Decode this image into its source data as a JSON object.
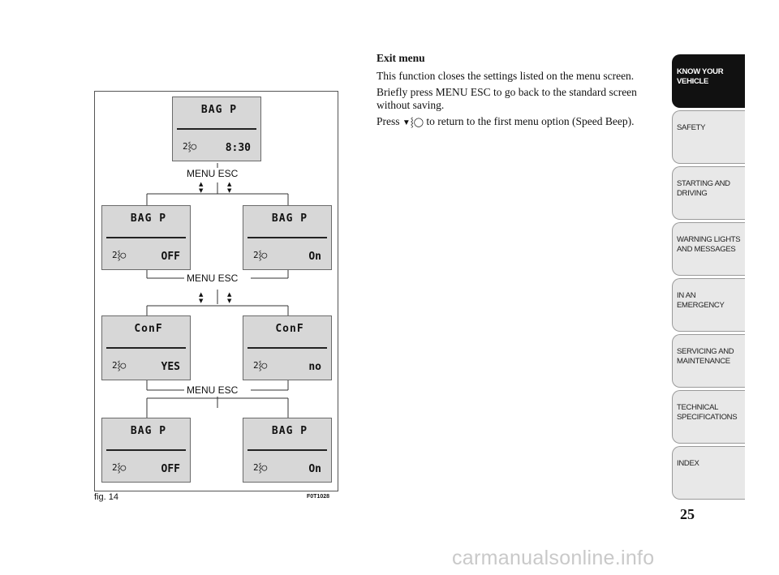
{
  "figure": {
    "caption": "fig. 14",
    "code": "F0T1028",
    "button_labels": {
      "row1": "MENU  ESC",
      "row2": "MENU  ESC",
      "row3": "MENU  ESC"
    },
    "displays": [
      {
        "top": "BAG P",
        "icon": "2⸾◯",
        "value": "8:30"
      },
      {
        "top": "BAG P",
        "icon": "2⸾◯",
        "value": "OFF"
      },
      {
        "top": "BAG P",
        "icon": "2⸾◯",
        "value": "On"
      },
      {
        "top": "ConF",
        "icon": "2⸾◯",
        "value": "YES"
      },
      {
        "top": "ConF",
        "icon": "2⸾◯",
        "value": "no"
      },
      {
        "top": "BAG P",
        "icon": "2⸾◯",
        "value": "OFF"
      },
      {
        "top": "BAG P",
        "icon": "2⸾◯",
        "value": "On"
      }
    ]
  },
  "content": {
    "heading": "Exit menu",
    "para1": "This function closes the settings listed on the menu screen.",
    "para2": "Briefly press MENU ESC to go back to the standard screen without saving.",
    "para3_pre": "Press ",
    "para3_symbol": "▼",
    "para3_post": " to return to the first menu option (Speed Beep)."
  },
  "sidebar": {
    "tabs": [
      {
        "label": "KNOW YOUR VEHICLE",
        "active": true
      },
      {
        "label": "SAFETY",
        "active": false
      },
      {
        "label": "STARTING AND DRIVING",
        "active": false
      },
      {
        "label": "WARNING LIGHTS AND MESSAGES",
        "active": false
      },
      {
        "label": "IN AN EMERGENCY",
        "active": false
      },
      {
        "label": "SERVICING AND MAINTENANCE",
        "active": false
      },
      {
        "label": "TECHNICAL SPECIFICATIONS",
        "active": false
      },
      {
        "label": "INDEX",
        "active": false
      }
    ]
  },
  "page_number": "25",
  "watermark": "carmanualsonline.info"
}
